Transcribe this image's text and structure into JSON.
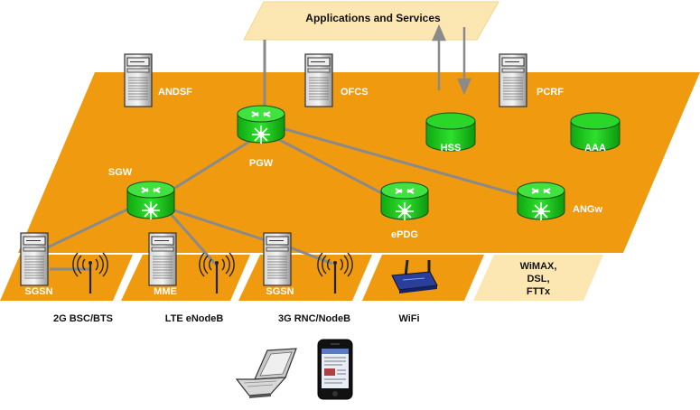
{
  "applications": {
    "label": "Applications and Services"
  },
  "core": {
    "servers": [
      {
        "id": "andsf",
        "label": "ANDSF"
      },
      {
        "id": "ofcs",
        "label": "OFCS"
      },
      {
        "id": "pcrf",
        "label": "PCRF"
      }
    ],
    "databases": [
      {
        "id": "hss",
        "label": "HSS"
      },
      {
        "id": "aaa",
        "label": "AAA"
      }
    ],
    "routers": [
      {
        "id": "pgw",
        "label": "PGW"
      },
      {
        "id": "sgw",
        "label": "SGW"
      },
      {
        "id": "epdg",
        "label": "ePDG"
      },
      {
        "id": "angw",
        "label": "ANGw"
      }
    ]
  },
  "access": {
    "panels": [
      {
        "id": "2g",
        "node": "SGSN",
        "caption": "2G BSC/BTS"
      },
      {
        "id": "lte",
        "node": "MME",
        "caption": "LTE eNodeB"
      },
      {
        "id": "3g",
        "node": "SGSN",
        "caption": "3G RNC/NodeB"
      },
      {
        "id": "wifi",
        "node": "",
        "caption": "WiFi"
      }
    ],
    "fixed": {
      "line1": "WiMAX,",
      "line2": "DSL,",
      "line3": "FTTx"
    }
  },
  "colors": {
    "core_fill": "#F09A10",
    "access_fill": "#F09A10",
    "app_fill": "#FCE6B2",
    "fixed_fill": "#FCE6B2",
    "router_fill": "#18C818",
    "link": "#8A8A8A"
  },
  "icons": {
    "server": "server-icon",
    "database": "database-icon",
    "router": "router-icon",
    "antenna": "antenna-icon",
    "wifi_router": "wifi-router-icon",
    "laptop": "laptop-icon",
    "phone": "smartphone-icon"
  }
}
